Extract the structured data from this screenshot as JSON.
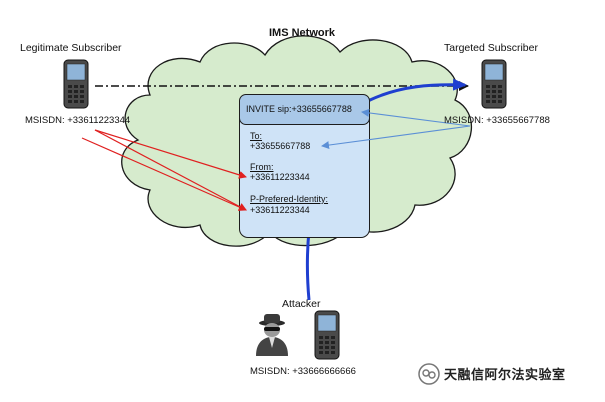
{
  "network_title": "IMS Network",
  "legit": {
    "title": "Legitimate Subscriber",
    "msisdn": "MSISDN: +33611223344"
  },
  "target": {
    "title": "Targeted Subscriber",
    "msisdn": "MSISDN: +33655667788"
  },
  "attacker": {
    "title": "Attacker",
    "msisdn": "MSISDN: +33666666666"
  },
  "message": {
    "header": "INVITE sip:+33655667788",
    "to_label": "To:",
    "to_value": "+33655667788",
    "from_label": "From:",
    "from_value": "+33611223344",
    "ppi_label": "P-Prefered-Identity:",
    "ppi_value": "+33611223344"
  },
  "watermark": "天融信阿尔法实验室",
  "colors": {
    "cloud_fill": "#d6ebcd",
    "header_fill": "#a9c8e8",
    "body_fill": "#cfe3f7",
    "red_arrow": "#e02020",
    "blue_arrow": "#1f3fd0",
    "light_blue_arrow": "#5b8fd6"
  }
}
